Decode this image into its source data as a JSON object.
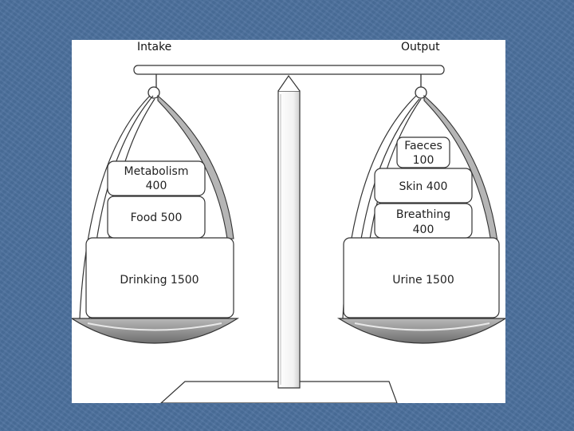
{
  "headings": {
    "intake": "Intake",
    "output": "Output"
  },
  "intake": {
    "metabolism": {
      "line1": "Metabolism",
      "line2": "400"
    },
    "food": "Food 500",
    "drinking": "Drinking 1500"
  },
  "output": {
    "faeces": {
      "line1": "Faeces",
      "line2": "100"
    },
    "skin": "Skin 400",
    "breathing": {
      "line1": "Breathing",
      "line2": "400"
    },
    "urine": "Urine 1500"
  }
}
